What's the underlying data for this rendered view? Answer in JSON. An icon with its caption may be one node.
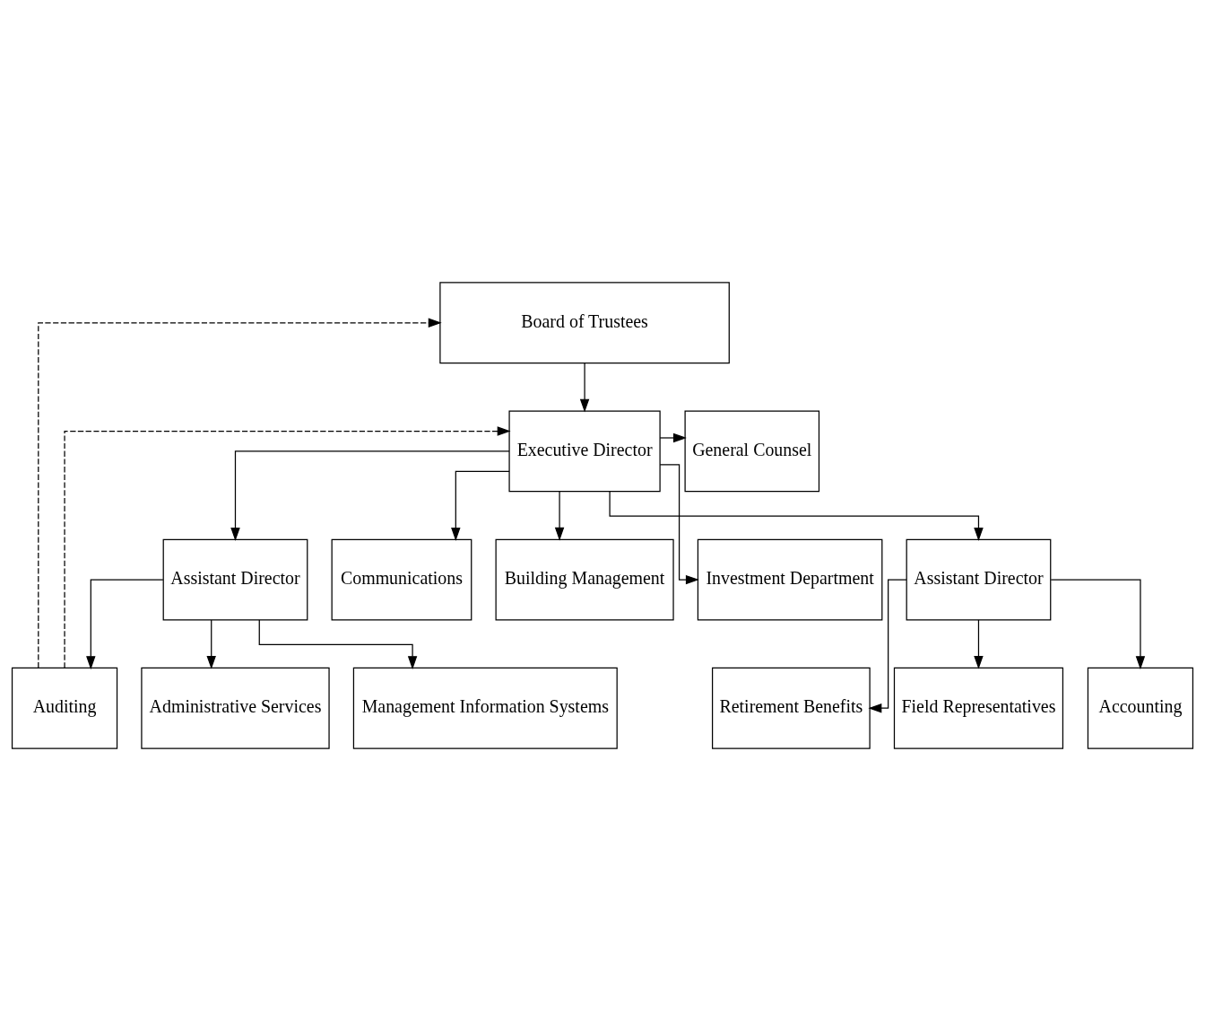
{
  "diagram": {
    "nodes": [
      {
        "text": [
          "Board of Trustees"
        ]
      },
      {
        "text": [
          "Executive Director"
        ]
      },
      {
        "text": [
          "General Counsel"
        ]
      },
      {
        "text": [
          "Assistant Director"
        ]
      },
      {
        "text": [
          "Communications"
        ]
      },
      {
        "text": [
          "Building Management"
        ]
      },
      {
        "text": [
          "Investment Department"
        ]
      },
      {
        "text": [
          "Assistant Director"
        ]
      },
      {
        "text": [
          "Auditing"
        ]
      },
      {
        "text": [
          "Administrative Services"
        ]
      },
      {
        "text": [
          "Management Information Systems"
        ]
      },
      {
        "text": [
          "Retirement Benefits"
        ]
      },
      {
        "text": [
          "Field Representatives"
        ]
      },
      {
        "text": [
          "Accounting"
        ]
      }
    ],
    "edges": [
      {
        "from": 0,
        "to": 1,
        "arrow": "to"
      },
      {
        "from": 1,
        "to": 2,
        "arrow": "to"
      },
      {
        "from": 1,
        "to": 3,
        "arrow": "to"
      },
      {
        "from": 1,
        "to": 4,
        "arrow": "to"
      },
      {
        "from": 1,
        "to": 5,
        "arrow": "to"
      },
      {
        "from": 1,
        "to": 6,
        "arrow": "to"
      },
      {
        "from": 1,
        "to": 7,
        "arrow": "to"
      },
      {
        "from": 3,
        "to": 8,
        "arrow": "to"
      },
      {
        "from": 3,
        "to": 9,
        "arrow": "to"
      },
      {
        "from": 3,
        "to": 10,
        "arrow": "to"
      },
      {
        "from": 7,
        "to": 11,
        "arrow": "to"
      },
      {
        "from": 7,
        "to": 12,
        "arrow": "to"
      },
      {
        "from": 7,
        "to": 13,
        "arrow": "to"
      },
      {
        "from": 8,
        "to": 0,
        "arrow": "to",
        "style": "dashed"
      },
      {
        "from": 8,
        "to": 1,
        "arrow": "to",
        "style": "dashed"
      }
    ]
  }
}
